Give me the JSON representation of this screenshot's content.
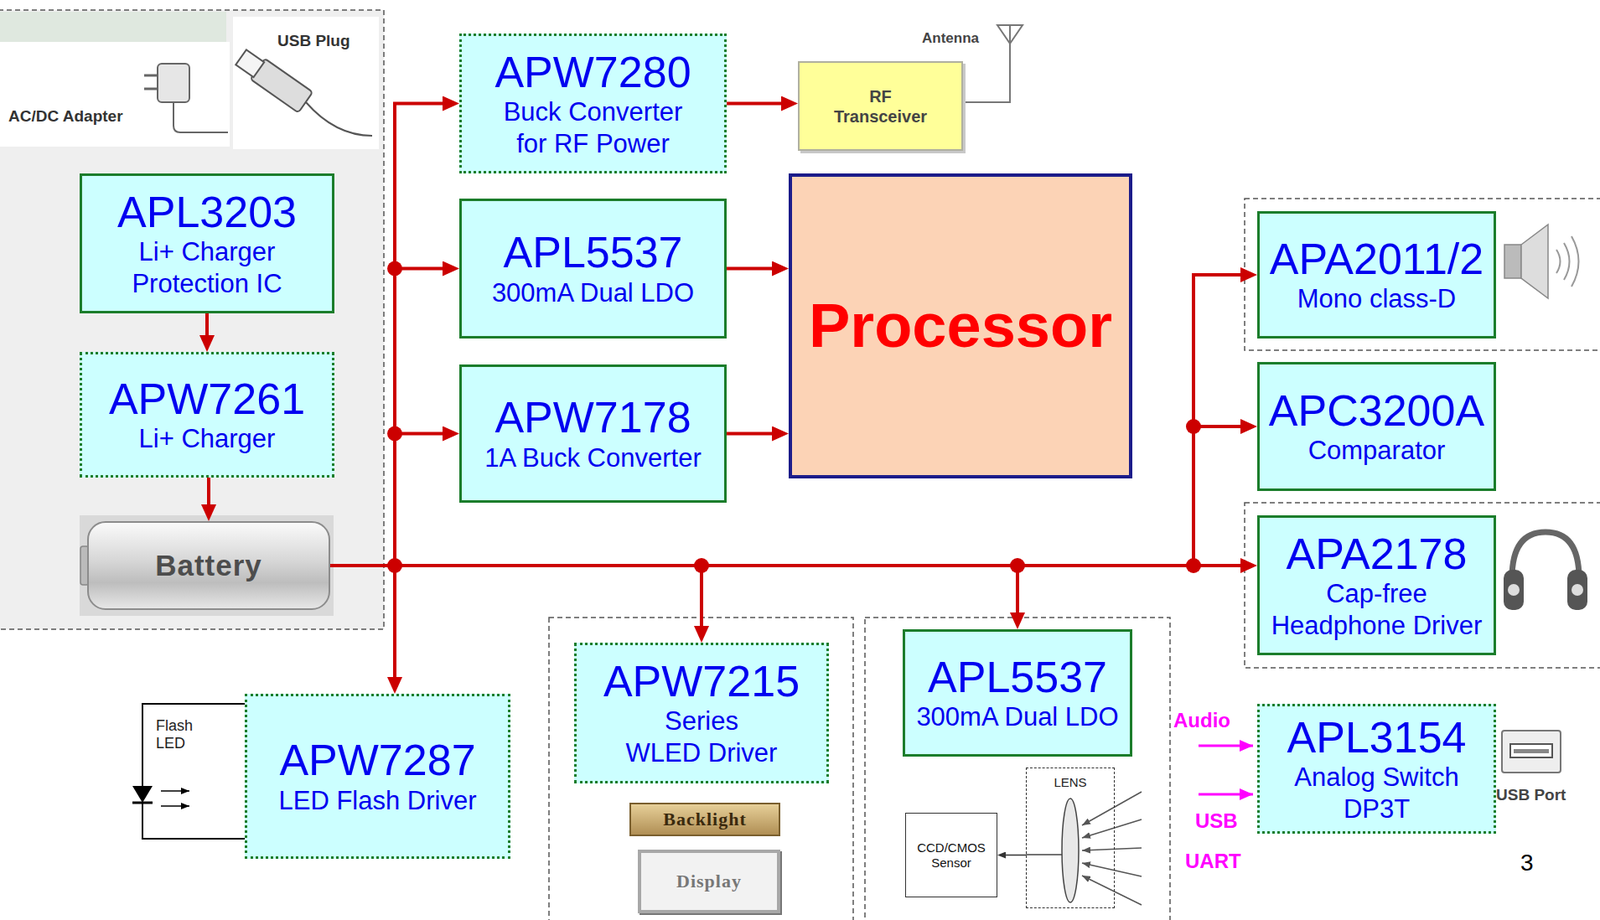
{
  "diagram": {
    "nodes": [
      {
        "text": [
          "APW7280",
          "Buck Converter for RF Power"
        ]
      },
      {
        "text": [
          "RF Transceiver"
        ]
      },
      {
        "text": [
          "APL3203",
          "Li+ Charger Protection IC"
        ]
      },
      {
        "text": [
          "APL5537",
          "300mA Dual LDO"
        ]
      },
      {
        "text": [
          "Processor"
        ]
      },
      {
        "text": [
          "APA2011/2",
          "Mono class-D"
        ]
      },
      {
        "text": [
          "APW7261",
          "Li+ Charger"
        ]
      },
      {
        "text": [
          "APW7178",
          "1A Buck Converter"
        ]
      },
      {
        "text": [
          "APC3200A",
          "Comparator"
        ]
      },
      {
        "text": [
          "Battery"
        ]
      },
      {
        "text": [
          "APA2178",
          "Cap-free Headphone Driver"
        ]
      },
      {
        "text": [
          "APW7215",
          "Series WLED Driver"
        ]
      },
      {
        "text": [
          "APL5537",
          "300mA Dual LDO"
        ]
      },
      {
        "text": [
          "APW7287",
          "LED Flash Driver"
        ]
      },
      {
        "text": [
          "APL3154",
          "Analog Switch DP3T"
        ]
      },
      {
        "text": [
          "LENS"
        ]
      },
      {
        "text": [
          "Backlight"
        ]
      },
      {
        "text": [
          "CCD/CMOS Sensor"
        ]
      },
      {
        "text": [
          "Display"
        ]
      }
    ],
    "edges": [
      {
        "from": 2,
        "to": 6,
        "arrow": "to"
      },
      {
        "from": 6,
        "to": 9,
        "arrow": "to"
      },
      {
        "from": 9,
        "to": 0,
        "arrow": "to"
      },
      {
        "from": 9,
        "to": 3,
        "arrow": "to"
      },
      {
        "from": 9,
        "to": 7,
        "arrow": "to"
      },
      {
        "from": 9,
        "to": 13,
        "arrow": "to"
      },
      {
        "from": 9,
        "to": 11,
        "arrow": "to"
      },
      {
        "from": 9,
        "to": 12,
        "arrow": "to"
      },
      {
        "from": 9,
        "to": 5,
        "arrow": "to"
      },
      {
        "from": 9,
        "to": 8,
        "arrow": "to"
      },
      {
        "from": 9,
        "to": 10,
        "arrow": "to"
      },
      {
        "from": 0,
        "to": 1,
        "arrow": "to"
      },
      {
        "from": 3,
        "to": 4,
        "arrow": "to"
      },
      {
        "from": 7,
        "to": 4,
        "arrow": "to"
      },
      {
        "from": 15,
        "to": 17,
        "arrow": "to"
      }
    ],
    "labels": [
      "AC/DC Adapter",
      "USB Plug",
      "Antenna",
      "Flash LED",
      "Audio",
      "USB",
      "UART",
      "USB Port",
      "3"
    ]
  }
}
